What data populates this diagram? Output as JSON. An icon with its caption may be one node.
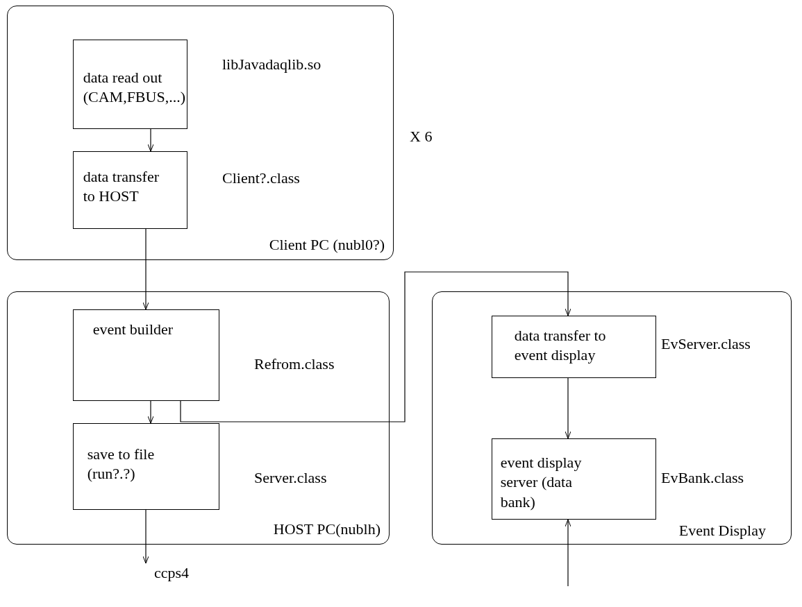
{
  "diagram": {
    "nodes": [
      {
        "text": [
          "Client PC (nubl0?)"
        ]
      },
      {
        "text": [
          "data read out (CAM,FBUS,...)"
        ],
        "in": 0,
        "beside": [
          "libJavadaqlib.so"
        ]
      },
      {
        "text": [
          "data transfer to HOST"
        ],
        "in": 0,
        "beside": [
          "Client?.class"
        ]
      },
      {
        "text": [
          "HOST PC(nublh)"
        ]
      },
      {
        "text": [
          "event builder"
        ],
        "in": 3,
        "beside": [
          "Refrom.class"
        ]
      },
      {
        "text": [
          "save to file (run?.?)"
        ],
        "in": 3,
        "beside": [
          "Server.class"
        ]
      },
      {
        "text": [
          "Event Display"
        ]
      },
      {
        "text": [
          "data transfer to event display"
        ],
        "in": 6,
        "beside": [
          "EvServer.class"
        ]
      },
      {
        "text": [
          "event display server (data bank)"
        ],
        "in": 6,
        "beside": [
          "EvBank.class"
        ]
      },
      {
        "text": [
          "ccps4"
        ]
      }
    ],
    "edges": [
      {
        "from": 1,
        "to": 2,
        "arrow": "to"
      },
      {
        "from": 2,
        "to": 4,
        "arrow": "to"
      },
      {
        "from": 4,
        "to": 5,
        "arrow": "to"
      },
      {
        "from": 4,
        "to": 7,
        "arrow": "to"
      },
      {
        "from": 5,
        "to": 9,
        "arrow": "to"
      },
      {
        "from": 7,
        "to": 8,
        "arrow": "to"
      },
      {
        "from": null,
        "to": 8,
        "arrow": "to"
      }
    ],
    "labels": [
      "X 6"
    ]
  }
}
